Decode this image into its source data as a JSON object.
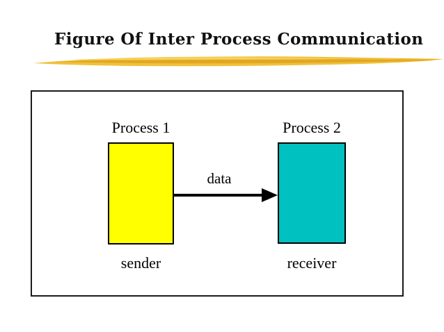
{
  "slide": {
    "title": "Figure Of Inter Process Communication"
  },
  "diagram": {
    "process1_label": "Process 1",
    "process2_label": "Process 2",
    "arrow_label": "data",
    "sender_label": "sender",
    "receiver_label": "receiver"
  },
  "colors": {
    "background": "#FFFFFF",
    "title_text": "#111111",
    "frame_border": "#1A1A1A",
    "sender_box": "#FFFF00",
    "receiver_box": "#00C0C0",
    "arrow": "#000000",
    "brush_gold": "#EFBE30",
    "brush_dark": "#DD9E1B",
    "brush_light": "#F7D561"
  }
}
